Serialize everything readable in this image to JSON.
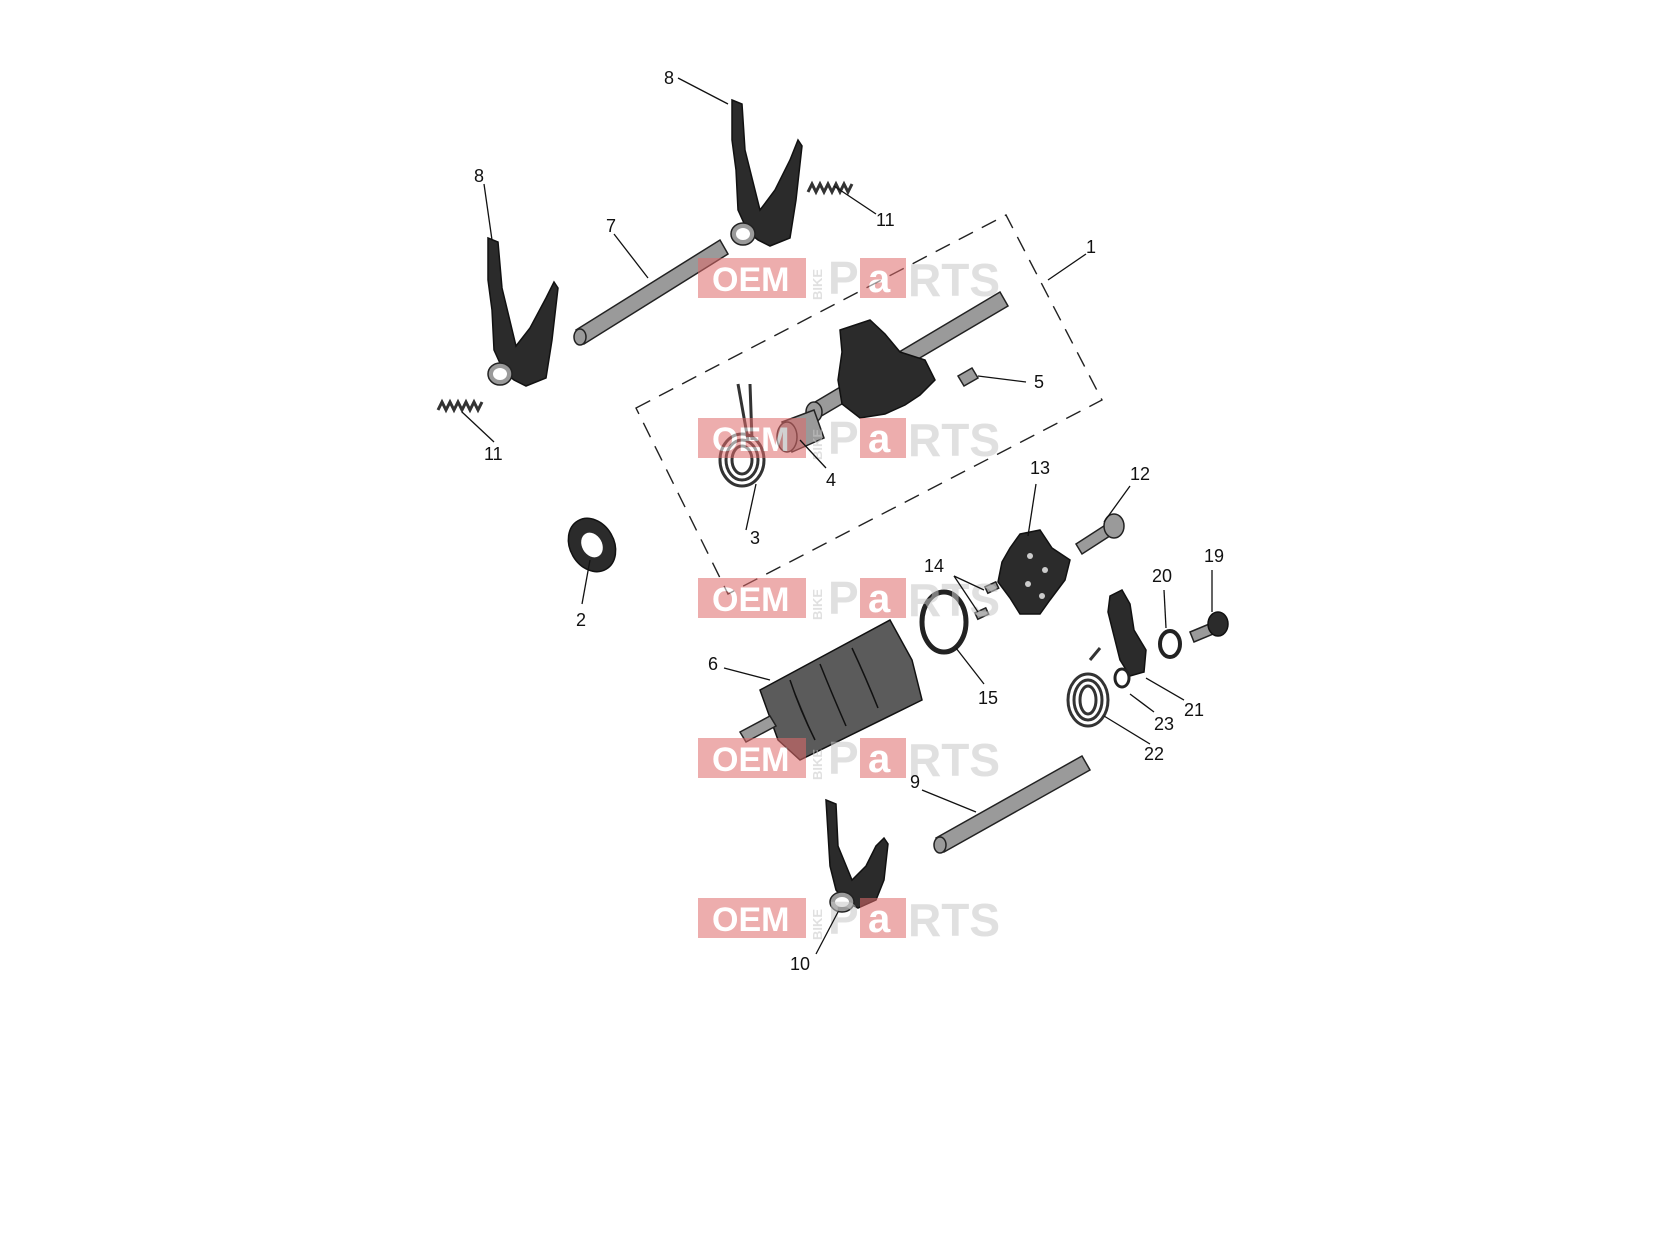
{
  "diagram": {
    "callouts": [
      {
        "id": "c1",
        "label": "1"
      },
      {
        "id": "c2",
        "label": "2"
      },
      {
        "id": "c3",
        "label": "3"
      },
      {
        "id": "c4",
        "label": "4"
      },
      {
        "id": "c5",
        "label": "5"
      },
      {
        "id": "c6",
        "label": "6"
      },
      {
        "id": "c7",
        "label": "7"
      },
      {
        "id": "c8a",
        "label": "8"
      },
      {
        "id": "c8b",
        "label": "8"
      },
      {
        "id": "c9",
        "label": "9"
      },
      {
        "id": "c10",
        "label": "10"
      },
      {
        "id": "c11a",
        "label": "11"
      },
      {
        "id": "c11b",
        "label": "11"
      },
      {
        "id": "c12",
        "label": "12"
      },
      {
        "id": "c13",
        "label": "13"
      },
      {
        "id": "c14",
        "label": "14"
      },
      {
        "id": "c15",
        "label": "15"
      },
      {
        "id": "c19",
        "label": "19"
      },
      {
        "id": "c20",
        "label": "20"
      },
      {
        "id": "c21",
        "label": "21"
      },
      {
        "id": "c22",
        "label": "22"
      },
      {
        "id": "c23",
        "label": "23"
      }
    ]
  },
  "watermark": {
    "oem": "OEM",
    "bike": "BIKE",
    "p": "P",
    "a": "a",
    "rts": "RTS",
    "colors": {
      "red": "#e06b6b",
      "gray": "#c8c8c8"
    }
  }
}
